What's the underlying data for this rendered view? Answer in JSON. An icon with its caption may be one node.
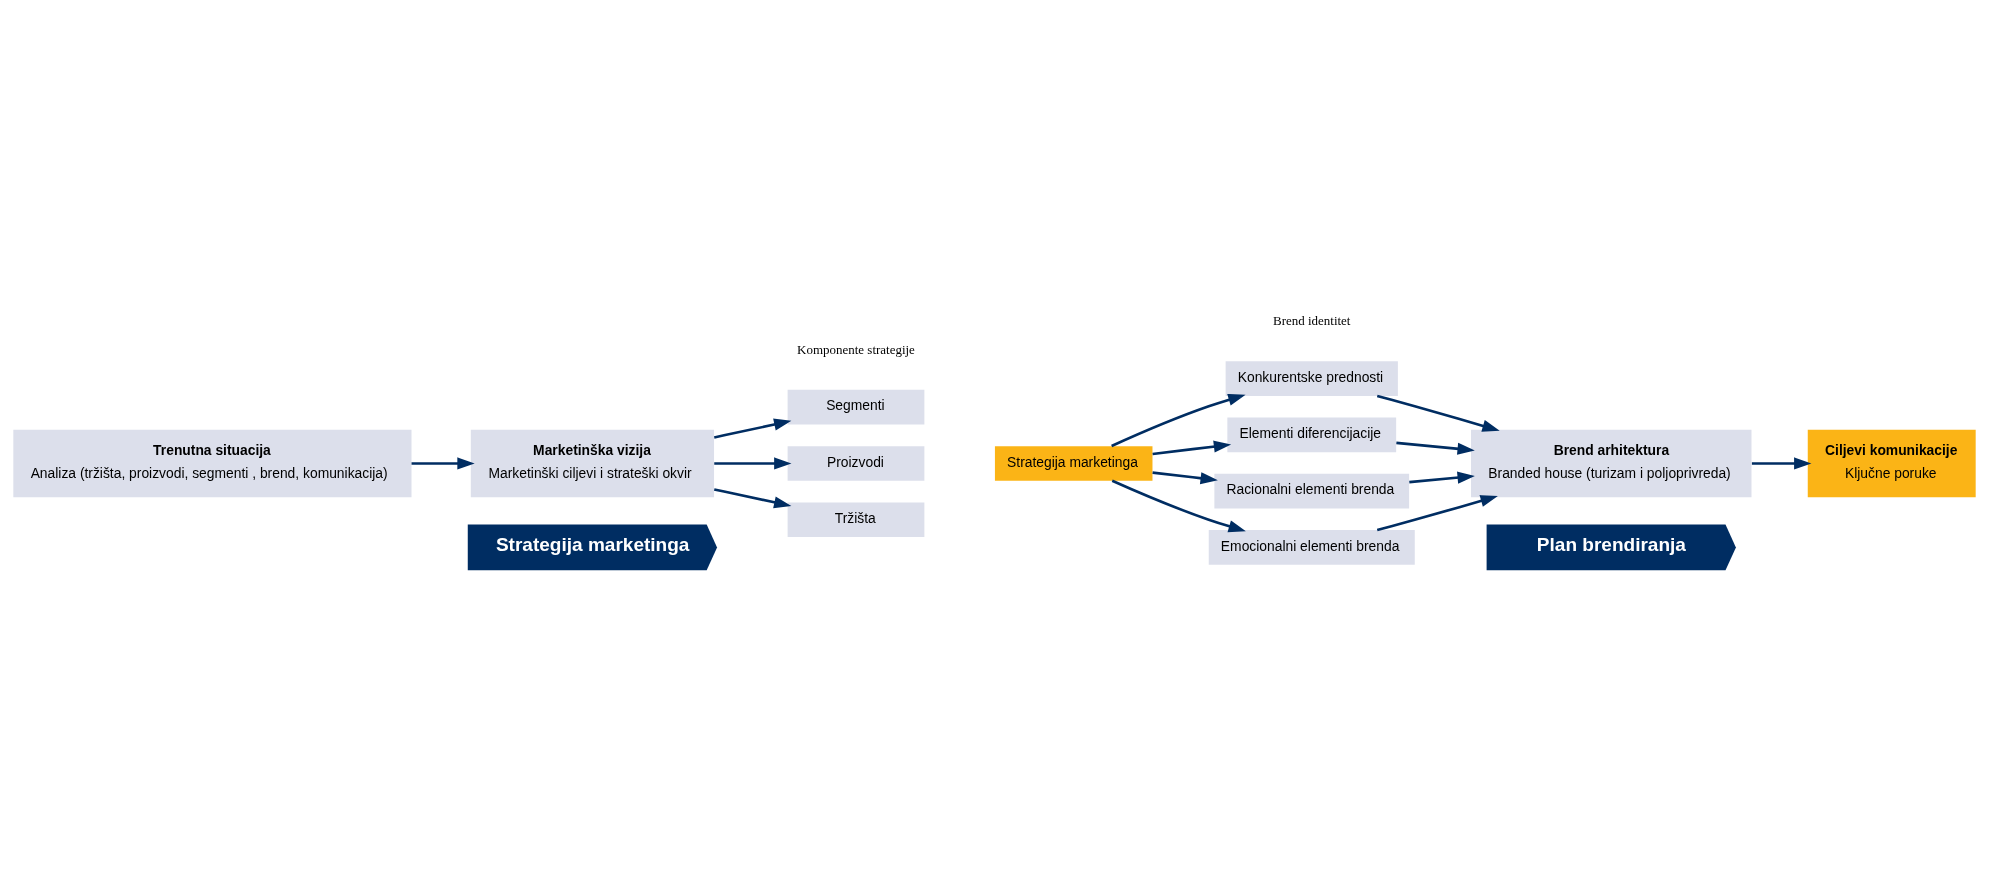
{
  "diagram": {
    "nodes": [
      {
        "text": [
          "Strategija marketinga"
        ]
      },
      {
        "text": [
          "Plan brendiranja"
        ]
      },
      {
        "text": [
          "Trenutna situacija",
          "Analiza (tržišta, proizvodi, segmenti , brend, komunikacija)"
        ]
      },
      {
        "text": [
          "Marketinška vizija",
          "Marketinški ciljevi i strateški okvir"
        ]
      },
      {
        "text": [
          "Segmenti"
        ]
      },
      {
        "text": [
          "Proizvodi"
        ]
      },
      {
        "text": [
          "Tržišta"
        ]
      },
      {
        "text": [
          "Strategija marketinga"
        ]
      },
      {
        "text": [
          "Konkurentske prednosti"
        ]
      },
      {
        "text": [
          "Elementi diferencijacije"
        ]
      },
      {
        "text": [
          "Racionalni elementi brenda"
        ]
      },
      {
        "text": [
          "Emocionalni elementi brenda"
        ]
      },
      {
        "text": [
          "Brend arhitektura",
          "Branded house (turizam i poljoprivreda)"
        ]
      },
      {
        "text": [
          "Ciljevi komunikacije",
          "Ključne poruke"
        ]
      }
    ],
    "edges": [
      {
        "from": 2,
        "to": 3,
        "arrow": "to"
      },
      {
        "from": 3,
        "to": 4,
        "arrow": "to"
      },
      {
        "from": 3,
        "to": 5,
        "arrow": "to"
      },
      {
        "from": 3,
        "to": 6,
        "arrow": "to"
      },
      {
        "from": 7,
        "to": 8,
        "arrow": "to"
      },
      {
        "from": 7,
        "to": 9,
        "arrow": "to"
      },
      {
        "from": 7,
        "to": 10,
        "arrow": "to"
      },
      {
        "from": 7,
        "to": 11,
        "arrow": "to"
      },
      {
        "from": 8,
        "to": 12,
        "arrow": "to"
      },
      {
        "from": 9,
        "to": 12,
        "arrow": "to"
      },
      {
        "from": 10,
        "to": 12,
        "arrow": "to"
      },
      {
        "from": 11,
        "to": 12,
        "arrow": "to"
      },
      {
        "from": 12,
        "to": 13,
        "arrow": "to"
      }
    ],
    "labels": [
      "Komponente strategije",
      "Brend identitet"
    ]
  }
}
